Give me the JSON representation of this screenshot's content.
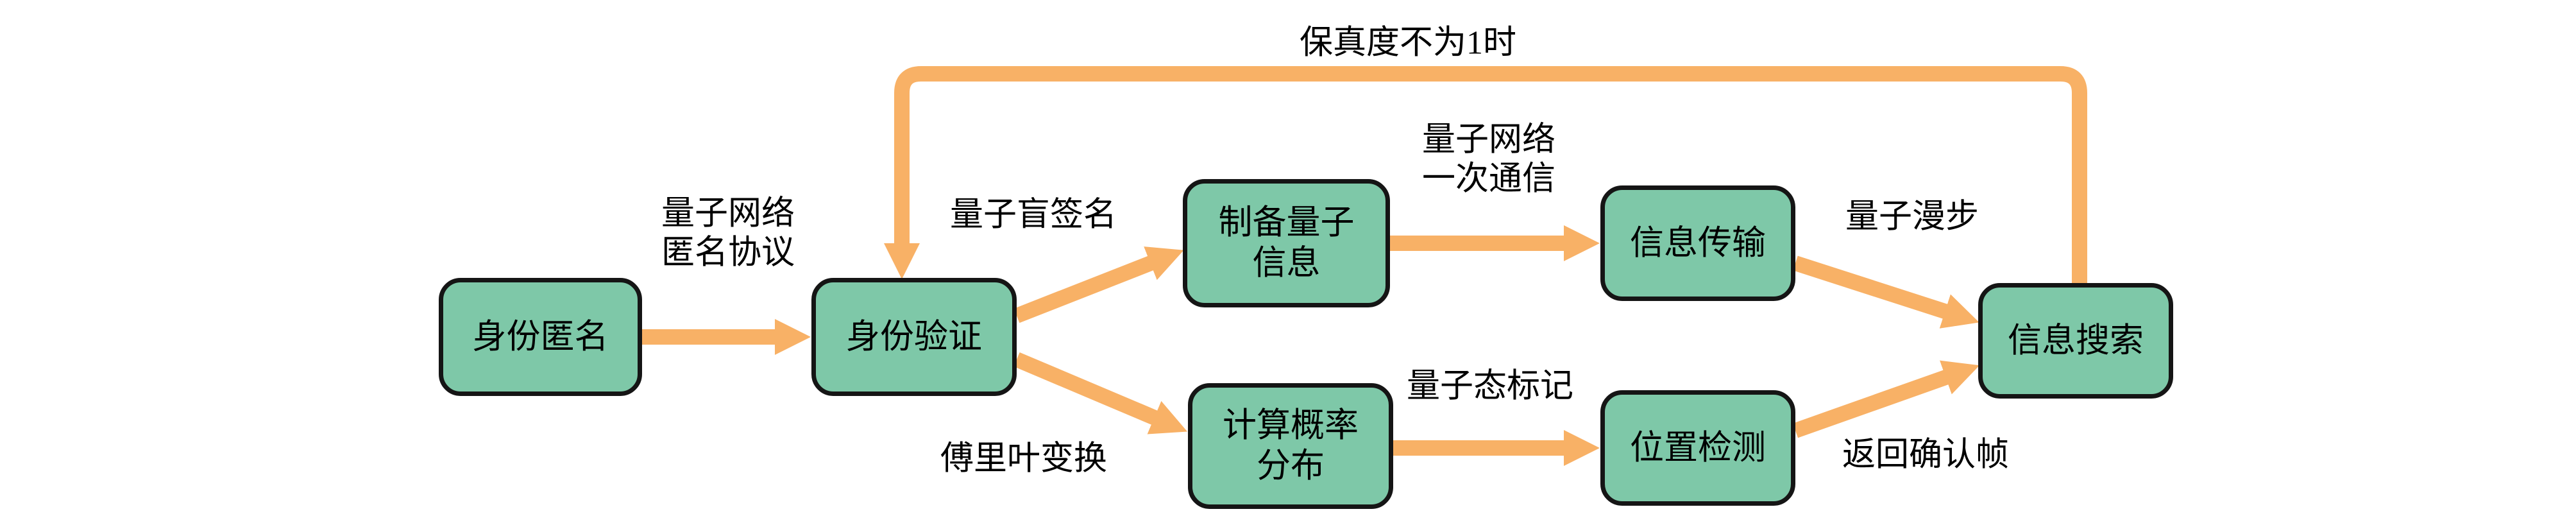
{
  "diagram": {
    "colors": {
      "node_fill": "#7EC8A8",
      "node_border": "#151515",
      "arrow": "#F8B166",
      "text": "#000000",
      "bg": "#FFFFFF"
    },
    "nodes": [
      {
        "id": "identity-anonymity",
        "label": "身份匿名"
      },
      {
        "id": "identity-verification",
        "label": "身份验证"
      },
      {
        "id": "prepare-quantum-information",
        "label": "制备量子\n信息"
      },
      {
        "id": "information-transmission",
        "label": "信息传输"
      },
      {
        "id": "compute-probability-distribution",
        "label": "计算概率\n分布"
      },
      {
        "id": "position-detection",
        "label": "位置检测"
      },
      {
        "id": "information-search",
        "label": "信息搜索"
      }
    ],
    "edges": [
      {
        "from": "identity-anonymity",
        "to": "identity-verification",
        "label": "量子网络\n匿名协议"
      },
      {
        "from": "identity-verification",
        "to": "prepare-quantum-information",
        "label": "量子盲签名"
      },
      {
        "from": "identity-verification",
        "to": "compute-probability-distribution",
        "label": "傅里叶变换"
      },
      {
        "from": "prepare-quantum-information",
        "to": "information-transmission",
        "label": "量子网络\n一次通信"
      },
      {
        "from": "compute-probability-distribution",
        "to": "position-detection",
        "label": "量子态标记"
      },
      {
        "from": "information-transmission",
        "to": "information-search",
        "label": "量子漫步"
      },
      {
        "from": "position-detection",
        "to": "information-search",
        "label": "返回确认帧"
      },
      {
        "from": "information-search",
        "to": "identity-verification",
        "label": "保真度不为1时"
      }
    ]
  }
}
